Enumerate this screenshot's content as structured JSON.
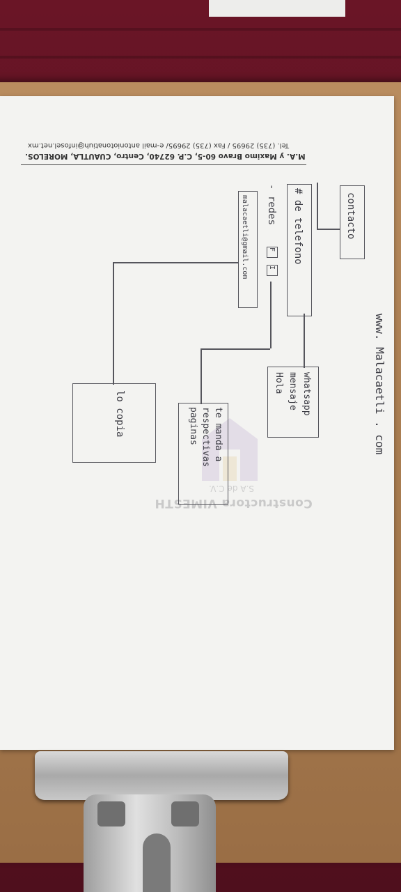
{
  "letterhead": {
    "line1": "M.A. y Maximo Bravo 60-5,   C.P. 62740,  Centro,   CUAUTLA,  MORELOS.",
    "line2": "Tel. (735) 29695 / Fax (735) 29695/ e-mail antoniotonatiuh@infosel.net.mx",
    "watermark": "Constructora VIMESTH",
    "watermark_sub": "S.A de C.V."
  },
  "sketch": {
    "url": "www. Malacaetli . com",
    "contacto": "contacto",
    "telefono": "# de telefono",
    "redes": "- redes",
    "redes_f": "F",
    "redes_i": "I",
    "email": "malacaetli@gmail.com",
    "whatsapp": "whatsapp mensaje Hola",
    "te_manda": "te manda a respectivas paginas",
    "lo_copia": "lo copia"
  },
  "colors": {
    "wall": "#5a1220",
    "board": "#a87c50",
    "paper": "#f3f3f1",
    "ink": "#3c3c44"
  }
}
